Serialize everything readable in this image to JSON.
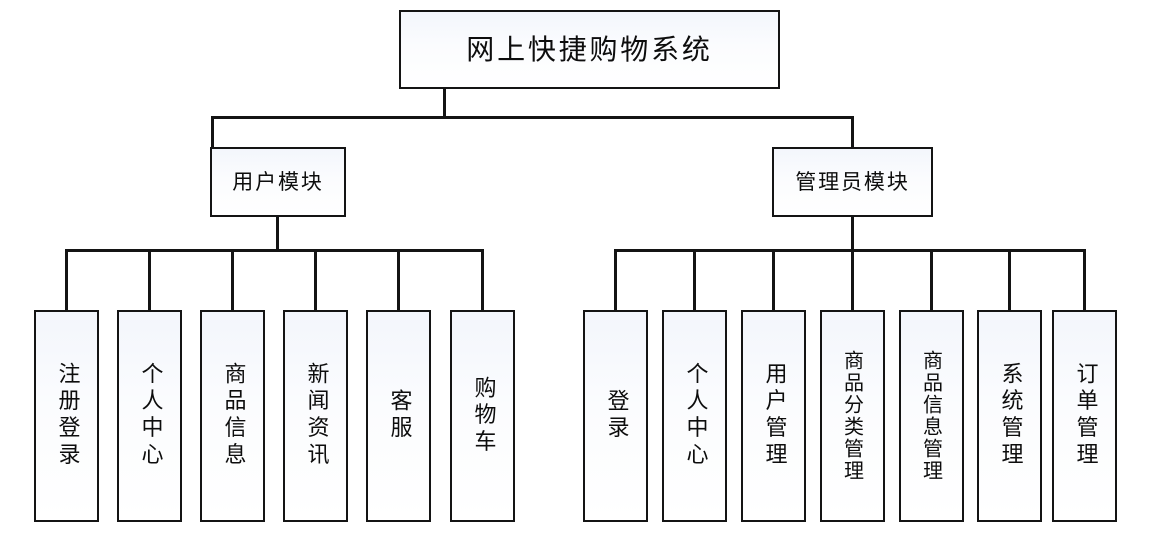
{
  "diagram": {
    "type": "tree-hierarchy",
    "title": "网上快捷购物系统",
    "root": {
      "label": "网上快捷购物系统"
    },
    "branches": [
      {
        "id": "user-module",
        "label": "用户模块",
        "children": [
          {
            "id": "register-login",
            "label": "注册登录"
          },
          {
            "id": "personal-center",
            "label": "个人中心"
          },
          {
            "id": "product-info",
            "label": "商品信息"
          },
          {
            "id": "news-information",
            "label": "新闻资讯"
          },
          {
            "id": "customer-service",
            "label": "客服"
          },
          {
            "id": "shopping-cart",
            "label": "购物车"
          }
        ]
      },
      {
        "id": "admin-module",
        "label": "管理员模块",
        "children": [
          {
            "id": "login",
            "label": "登录"
          },
          {
            "id": "personal-center-admin",
            "label": "个人中心"
          },
          {
            "id": "user-management",
            "label": "用户管理"
          },
          {
            "id": "product-category-management",
            "label": "商品分类管理"
          },
          {
            "id": "product-info-management",
            "label": "商品信息管理"
          },
          {
            "id": "system-management",
            "label": "系统管理"
          },
          {
            "id": "order-management",
            "label": "订单管理"
          }
        ]
      }
    ],
    "colors": {
      "line": "#141414",
      "box_fill": "#f6f8fd",
      "box_border": "#141414",
      "text": "#0d0d0d",
      "background": "#ffffff"
    }
  }
}
